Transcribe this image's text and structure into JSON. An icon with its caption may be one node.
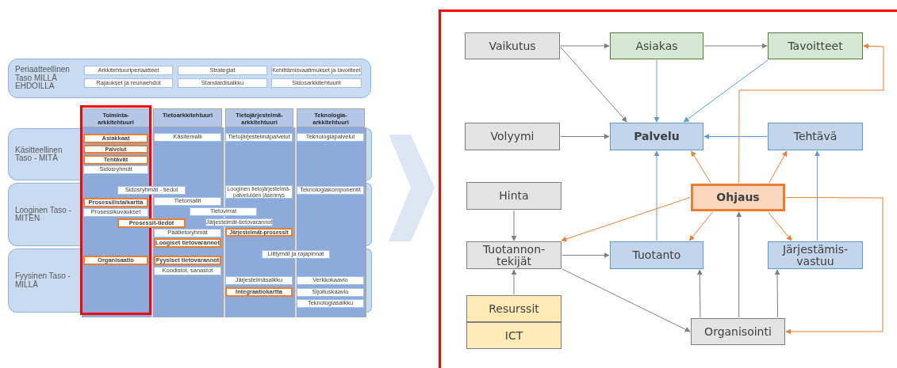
{
  "diagram": {
    "nodes": [
      {
        "text": [
          "Periaatteellinen Taso MILLÄ EHDOILLA"
        ]
      },
      {
        "text": [
          "Arkkitehtuuriperiaatteet"
        ],
        "in": 0
      },
      {
        "text": [
          "Strategiat"
        ],
        "in": 0
      },
      {
        "text": [
          "Kehittämisvaatimukset ja tavoitteet"
        ],
        "in": 0
      },
      {
        "text": [
          "Rajaukset ja reunaehdot"
        ],
        "in": 0
      },
      {
        "text": [
          "Standardisalkku"
        ],
        "in": 0
      },
      {
        "text": [
          "Sidosarkkitehtuurit"
        ],
        "in": 0
      },
      {
        "text": [
          "Toiminta- arkkitehtuuri"
        ]
      },
      {
        "text": [
          "Tietoarkkitehtuuri"
        ]
      },
      {
        "text": [
          "Tietojärjestelmä- arkkitehtuuri"
        ]
      },
      {
        "text": [
          "Teknologia- arkkitehtuuri"
        ]
      },
      {
        "text": [
          "Käsitteellinen Taso - MITÄ"
        ]
      },
      {
        "text": [
          "Asiakkaat"
        ]
      },
      {
        "text": [
          "Käsitemalli"
        ]
      },
      {
        "text": [
          "Tietojärjestelmäpalvelut"
        ]
      },
      {
        "text": [
          "Teknologiapalvelut"
        ]
      },
      {
        "text": [
          "Palvelut"
        ]
      },
      {
        "text": [
          "Tehtävät"
        ]
      },
      {
        "text": [
          "Sidosryhmät"
        ]
      },
      {
        "text": [
          "Looginen Taso - MITEN"
        ]
      },
      {
        "text": [
          "Sidosryhmät - tiedot"
        ]
      },
      {
        "text": [
          "Looginen tietojärjestelmä- palveluiden jäsennys"
        ]
      },
      {
        "text": [
          "Teknologiakomponentit"
        ]
      },
      {
        "text": [
          "Prosessilista/kartta"
        ]
      },
      {
        "text": [
          "Tietomallit"
        ]
      },
      {
        "text": [
          "Prosessikuvaukset"
        ]
      },
      {
        "text": [
          "Tietovirrat"
        ]
      },
      {
        "text": [
          "Prosessit-tiedot"
        ]
      },
      {
        "text": [
          "Järjestelmät-tietovarannot"
        ]
      },
      {
        "text": [
          "Päätietoryhmät"
        ]
      },
      {
        "text": [
          "Järjestelmät-prosessit"
        ]
      },
      {
        "text": [
          "Loogiset tietovarannot"
        ]
      },
      {
        "text": [
          "Fyysinen Taso - MILLÄ"
        ]
      },
      {
        "text": [
          "Liittymät ja rajapinnat"
        ]
      },
      {
        "text": [
          "Organisaatio"
        ]
      },
      {
        "text": [
          "Fyysiset tietovarannot"
        ]
      },
      {
        "text": [
          "Koodistot, sanastot"
        ]
      },
      {
        "text": [
          "Järjestelmäsalkku"
        ]
      },
      {
        "text": [
          "Verkkokaavio"
        ]
      },
      {
        "text": [
          "Integraatiokartta"
        ]
      },
      {
        "text": [
          "Sijoituskaavio"
        ]
      },
      {
        "text": [
          "Teknologiasalkku"
        ]
      },
      {
        "text": [
          "Vaikutus"
        ]
      },
      {
        "text": [
          "Asiakas"
        ]
      },
      {
        "text": [
          "Tavoitteet"
        ]
      },
      {
        "text": [
          "Volyymi"
        ]
      },
      {
        "text": [
          "Palvelu"
        ]
      },
      {
        "text": [
          "Tehtävä"
        ]
      },
      {
        "text": [
          "Hinta"
        ]
      },
      {
        "text": [
          "Ohjaus"
        ]
      },
      {
        "text": [
          "Tuotannon- tekijät"
        ]
      },
      {
        "text": [
          "Tuotanto"
        ]
      },
      {
        "text": [
          "Järjestämis- vastuu"
        ]
      },
      {
        "text": [
          "Resurssit"
        ]
      },
      {
        "text": [
          "ICT"
        ]
      },
      {
        "text": [
          "Organisointi"
        ]
      }
    ],
    "edges": [
      {
        "from": 42,
        "to": 43,
        "arrow": "to"
      },
      {
        "from": 43,
        "to": 44,
        "arrow": "to"
      },
      {
        "from": 42,
        "to": 46,
        "arrow": "to"
      },
      {
        "from": 43,
        "to": 46,
        "arrow": "to",
        "color": "#5b9bd5"
      },
      {
        "from": 44,
        "to": 46,
        "arrow": "to",
        "color": "#5b9bd5"
      },
      {
        "from": 45,
        "to": 46,
        "arrow": "to"
      },
      {
        "from": 47,
        "to": 46,
        "arrow": "to",
        "color": "#5b9bd5"
      },
      {
        "from": 51,
        "to": 46,
        "arrow": "to",
        "color": "#5b9bd5"
      },
      {
        "from": 52,
        "to": 47,
        "arrow": "to",
        "color": "#5b9bd5"
      },
      {
        "from": 49,
        "to": 46,
        "arrow": "to",
        "color": "#ed7d31"
      },
      {
        "from": 49,
        "to": 47,
        "arrow": "to",
        "color": "#ed7d31"
      },
      {
        "from": 49,
        "to": 44,
        "arrow": "to",
        "color": "#ed7d31"
      },
      {
        "from": 49,
        "to": 50,
        "arrow": "to",
        "color": "#ed7d31"
      },
      {
        "from": 49,
        "to": 51,
        "arrow": "to",
        "color": "#ed7d31"
      },
      {
        "from": 49,
        "to": 52,
        "arrow": "to",
        "color": "#ed7d31"
      },
      {
        "from": 49,
        "to": 55,
        "arrow": "to",
        "color": "#ed7d31"
      },
      {
        "from": 48,
        "to": 50,
        "arrow": "to"
      },
      {
        "from": 53,
        "to": 50,
        "arrow": "to"
      },
      {
        "from": 50,
        "to": 51,
        "arrow": "to"
      },
      {
        "from": 50,
        "to": 55,
        "arrow": "to"
      },
      {
        "from": 55,
        "to": 51,
        "arrow": "to"
      },
      {
        "from": 55,
        "to": 49,
        "arrow": "to"
      },
      {
        "from": 55,
        "to": 52,
        "arrow": "to"
      }
    ]
  }
}
